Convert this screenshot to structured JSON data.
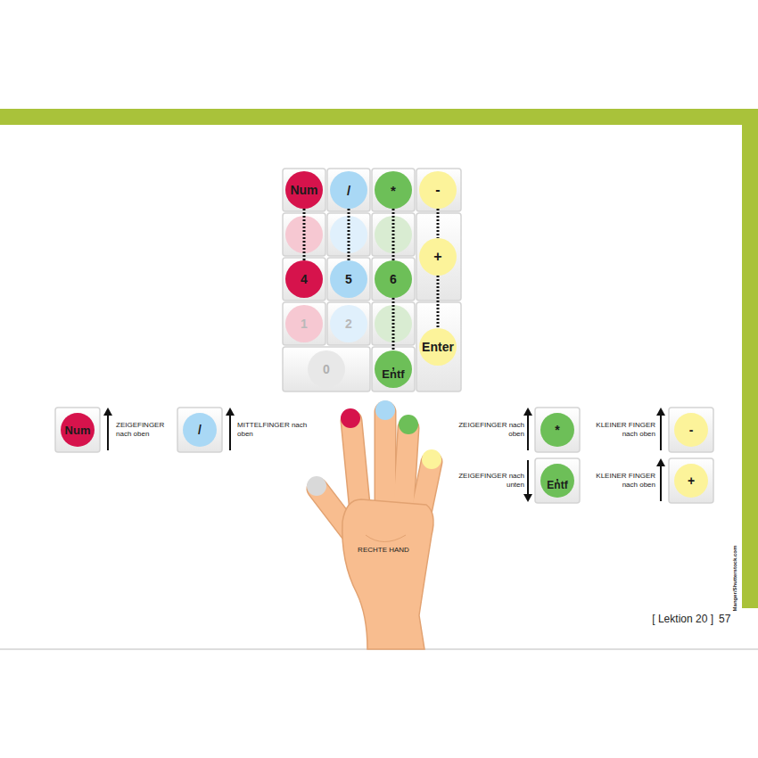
{
  "diagram": {
    "nodes": [
      {
        "text": [
          "Num"
        ]
      },
      {
        "text": [
          "/"
        ]
      },
      {
        "text": [
          "*"
        ]
      },
      {
        "text": [
          "-"
        ]
      },
      {
        "text": [
          "+"
        ]
      },
      {
        "text": [
          "4"
        ]
      },
      {
        "text": [
          "5"
        ]
      },
      {
        "text": [
          "6"
        ]
      },
      {
        "text": [
          "1"
        ]
      },
      {
        "text": [
          "2"
        ]
      },
      {
        "text": [
          "Enter"
        ]
      },
      {
        "text": [
          "0"
        ]
      },
      {
        "text": [
          ",",
          "Entf"
        ]
      },
      {
        "text": [
          "Num"
        ]
      },
      {
        "text": [
          "/"
        ]
      },
      {
        "text": [
          "*"
        ]
      },
      {
        "text": [
          "-"
        ]
      },
      {
        "text": [
          ",",
          "Entf"
        ]
      },
      {
        "text": [
          "+"
        ]
      }
    ],
    "edges": [
      {
        "from": 0,
        "to": 5,
        "arrow": "none"
      },
      {
        "from": 1,
        "to": 6,
        "arrow": "none"
      },
      {
        "from": 2,
        "to": 7,
        "arrow": "none"
      },
      {
        "from": 7,
        "to": 12,
        "arrow": "none"
      },
      {
        "from": 3,
        "to": 4,
        "arrow": "none"
      },
      {
        "from": 4,
        "to": 10,
        "arrow": "none"
      }
    ],
    "labels": [
      "ZEIGEFINGER nach oben",
      "MITTELFINGER nach oben",
      "RECHTE HAND",
      "ZEIGEFINGER nach oben",
      "KLEINER FINGER nach oben",
      "ZEIGEFINGER nach unten",
      "KLEINER FINGER nach oben",
      "Manger/Shutterstock.com",
      "[ Lektion 20 ]",
      "57"
    ]
  }
}
